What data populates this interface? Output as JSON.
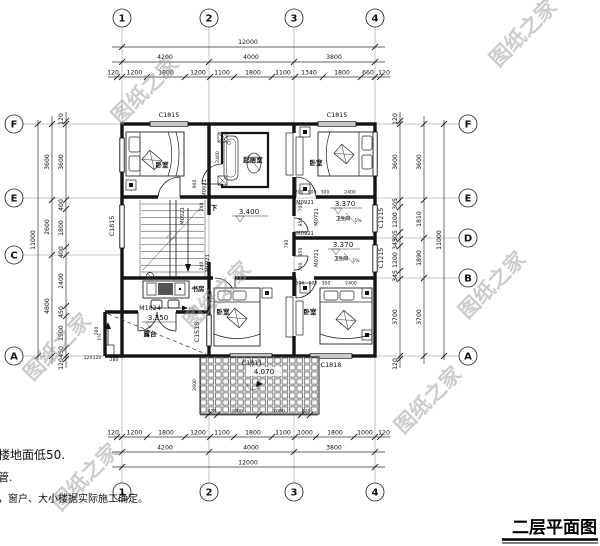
{
  "title": "二层平面图",
  "watermark": "图纸之家",
  "notes": {
    "line1": "楼地面低50.",
    "line2": "管.",
    "line3": "，窗户、大小楼据实际施工确定。"
  },
  "axis": {
    "cols": [
      "1",
      "2",
      "3",
      "4"
    ],
    "rows_left": [
      "F",
      "E",
      "C",
      "A"
    ],
    "rows_right": [
      "F",
      "E",
      "D",
      "B",
      "A"
    ]
  },
  "dims": {
    "top": {
      "total": "12000",
      "segments": [
        "4200",
        "4000",
        "3800"
      ],
      "detail": [
        "120",
        "1200",
        "1800",
        "1200",
        "1100",
        "1800",
        "1100",
        "1340",
        "1800",
        "660",
        "120"
      ]
    },
    "bottom": {
      "total": "12000",
      "segments": [
        "4200",
        "4000",
        "3800"
      ],
      "detail": [
        "120",
        "1200",
        "1800",
        "1200",
        "1100",
        "1800",
        "1100",
        "1000",
        "1800",
        "1000",
        "120"
      ]
    },
    "left": {
      "total": "11000",
      "segments": [
        "3600",
        "2600",
        "4800"
      ],
      "detail": [
        "120",
        "3600",
        "400",
        "1800",
        "400",
        "2400",
        "450",
        "1500",
        "450",
        "120"
      ]
    },
    "right": {
      "total": "11000",
      "segments": [
        "3600",
        "1810",
        "1890",
        "3700"
      ],
      "detail": [
        "120",
        "3600",
        "305",
        "1200",
        "305",
        "345",
        "1200",
        "345",
        "3700",
        "120"
      ]
    }
  },
  "rooms": {
    "bedroom_tl": "卧室",
    "living": "起居室",
    "bedroom_tr": "卧室",
    "study": "书房",
    "bedroom_bm": "卧室",
    "bedroom_br": "卧室",
    "bath_1": "卫生间",
    "bath_2": "卫生间",
    "terrace": "露台"
  },
  "levels": {
    "hall": "3.400",
    "bath_1": "3.370",
    "bath_2": "3.370",
    "terrace": "3.350",
    "canopy": "4.070"
  },
  "stairs": {
    "down": "下"
  },
  "slopes": {
    "s1": "1%",
    "s2": "1%",
    "s3": "1%",
    "s4": "1%"
  },
  "doors": {
    "bedroom_tl": "M0921",
    "ensuite": "M0921",
    "bedroom_tr": "M0921",
    "bedroom_br": "M0921",
    "bedroom_bm": "M0921",
    "bath_1": "M0721",
    "bath_2": "M0721",
    "terrace": "M1824"
  },
  "windows": {
    "top_left": "C1815",
    "top_right": "C1815",
    "left_stair": "C1815",
    "right_bath1": "C1215",
    "right_bath2": "C1215",
    "bottom_mid": "C1811",
    "bottom_right": "C1818",
    "terrace_side": "C1518"
  },
  "inner": {
    "tub": "2460",
    "corridor": "790",
    "stair_top": "240",
    "stair_bottom": "240",
    "study": "1260",
    "door": "900",
    "bed2_row": [
      "200",
      "900",
      "300",
      "2400"
    ],
    "bed4_row": [
      "300",
      "900",
      "300",
      "2400"
    ],
    "bath_col": [
      "700",
      "950",
      "950",
      "700"
    ],
    "canopy_col": "2600",
    "canopy_row": [
      "420",
      "2000",
      "2000",
      "420"
    ],
    "terr_280a": "280",
    "terr_280b": "280",
    "terr_120a": "120",
    "terr_120b": "120"
  }
}
